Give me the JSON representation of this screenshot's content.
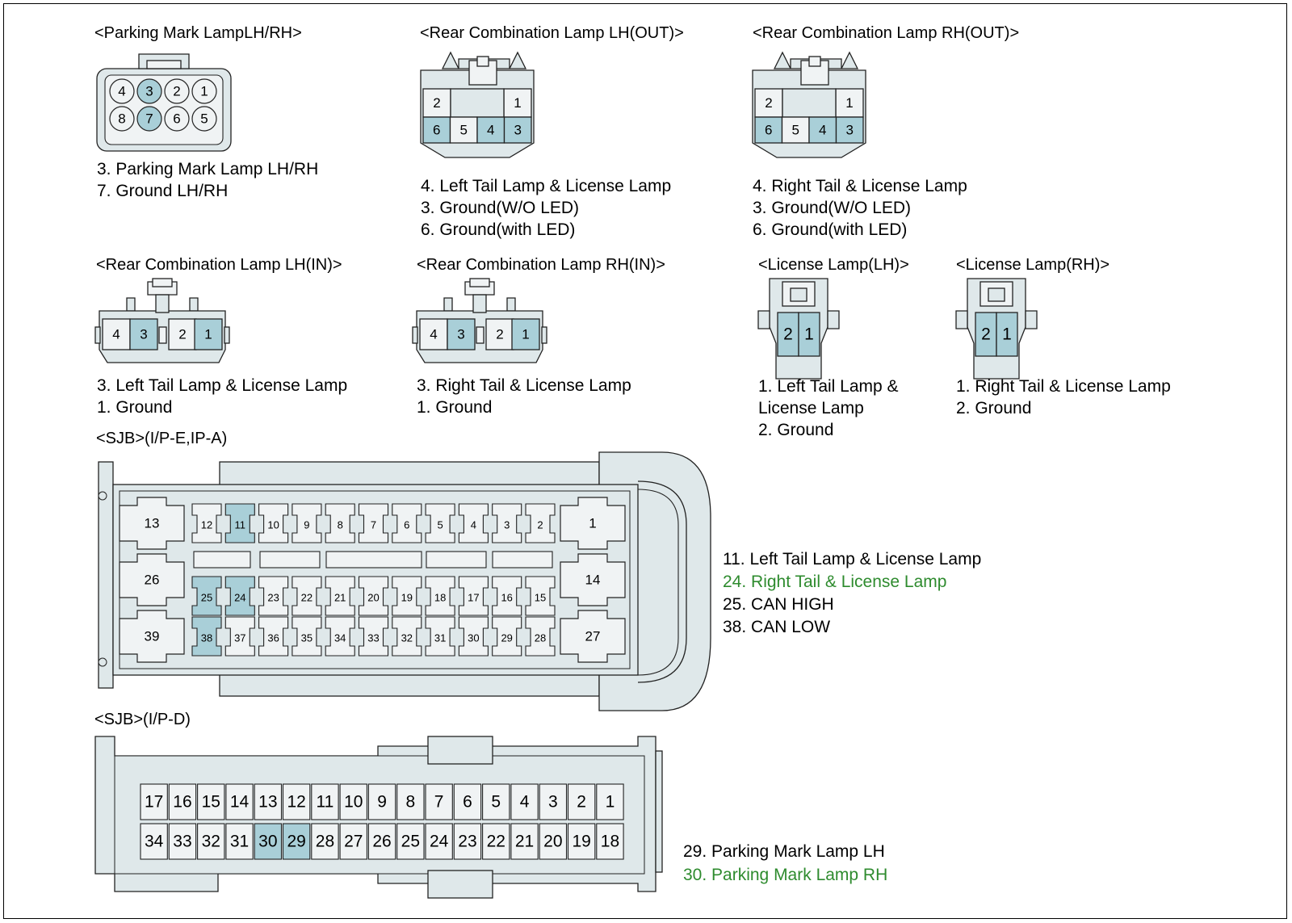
{
  "colors": {
    "body": "#dfe8ea",
    "pin": "#f0f3f4",
    "highlight": "#a9cfd8",
    "outline": "#222222",
    "accent_text": "#2e8b2e"
  },
  "connectors": [
    {
      "id": "parking-mark-lamp",
      "title": "<Parking Mark LampLH/RH>",
      "pins": [
        "4",
        "3",
        "2",
        "1",
        "8",
        "7",
        "6",
        "5"
      ],
      "highlighted": [
        "3",
        "7"
      ],
      "desc": [
        {
          "text": "3. Parking Mark Lamp LH/RH"
        },
        {
          "text": "7. Ground LH/RH"
        }
      ]
    },
    {
      "id": "rear-comb-lh-out",
      "title": "<Rear Combination Lamp LH(OUT)>",
      "pins": [
        "2",
        "1",
        "6",
        "5",
        "4",
        "3"
      ],
      "highlighted": [
        "6",
        "4",
        "3"
      ],
      "desc": [
        {
          "text": "4. Left Tail Lamp & License Lamp"
        },
        {
          "text": "3. Ground(W/O LED)"
        },
        {
          "text": "6. Ground(with LED)"
        }
      ]
    },
    {
      "id": "rear-comb-rh-out",
      "title": "<Rear Combination Lamp RH(OUT)>",
      "pins": [
        "2",
        "1",
        "6",
        "5",
        "4",
        "3"
      ],
      "highlighted": [
        "6",
        "4",
        "3"
      ],
      "desc": [
        {
          "text": "4. Right Tail & License Lamp"
        },
        {
          "text": "3. Ground(W/O LED)"
        },
        {
          "text": "6. Ground(with LED)"
        }
      ]
    },
    {
      "id": "rear-comb-lh-in",
      "title": "<Rear Combination Lamp LH(IN)>",
      "pins": [
        "4",
        "3",
        "2",
        "1"
      ],
      "highlighted": [
        "3",
        "1"
      ],
      "desc": [
        {
          "text": "3. Left Tail Lamp & License Lamp"
        },
        {
          "text": "1. Ground"
        }
      ]
    },
    {
      "id": "rear-comb-rh-in",
      "title": "<Rear Combination Lamp RH(IN)>",
      "pins": [
        "4",
        "3",
        "2",
        "1"
      ],
      "highlighted": [
        "3",
        "1"
      ],
      "desc": [
        {
          "text": "3. Right Tail & License Lamp"
        },
        {
          "text": "1. Ground"
        }
      ]
    },
    {
      "id": "license-lamp-lh",
      "title": "<License Lamp(LH)>",
      "pins": [
        "2",
        "1"
      ],
      "highlighted": [
        "2",
        "1"
      ],
      "desc": [
        {
          "text": "1. Left Tail Lamp &"
        },
        {
          "text": "License Lamp"
        },
        {
          "text": "2. Ground"
        }
      ]
    },
    {
      "id": "license-lamp-rh",
      "title": "<License Lamp(RH)>",
      "pins": [
        "2",
        "1"
      ],
      "highlighted": [
        "2",
        "1"
      ],
      "desc": [
        {
          "text": "1. Right Tail & License Lamp"
        },
        {
          "text": "2. Ground"
        }
      ]
    },
    {
      "id": "sjb-ipe",
      "title": "<SJB>(I/P-E,IP-A)",
      "big_pins": [
        "13",
        "26",
        "39",
        "1",
        "14",
        "27"
      ],
      "rows": [
        [
          "12",
          "11",
          "10",
          "9",
          "8",
          "7",
          "6",
          "5",
          "4",
          "3",
          "2"
        ],
        [
          "25",
          "24",
          "23",
          "22",
          "21",
          "20",
          "19",
          "18",
          "17",
          "16",
          "15"
        ],
        [
          "38",
          "37",
          "36",
          "35",
          "34",
          "33",
          "32",
          "31",
          "30",
          "29",
          "28"
        ]
      ],
      "highlighted": [
        "11",
        "24",
        "25",
        "38"
      ],
      "desc": [
        {
          "text": "11. Left Tail Lamp & License Lamp"
        },
        {
          "text": "24. Right Tail & License Lamp",
          "accent": true
        },
        {
          "text": "25. CAN HIGH"
        },
        {
          "text": "38. CAN LOW"
        }
      ]
    },
    {
      "id": "sjb-ipd",
      "title": "<SJB>(I/P-D)",
      "rows": [
        [
          "17",
          "16",
          "15",
          "14",
          "13",
          "12",
          "11",
          "10",
          "9",
          "8",
          "7",
          "6",
          "5",
          "4",
          "3",
          "2",
          "1"
        ],
        [
          "34",
          "33",
          "32",
          "31",
          "30",
          "29",
          "28",
          "27",
          "26",
          "25",
          "24",
          "23",
          "22",
          "21",
          "20",
          "19",
          "18"
        ]
      ],
      "highlighted": [
        "30",
        "29"
      ],
      "desc": [
        {
          "text": "29. Parking Mark Lamp LH"
        },
        {
          "text": "30. Parking Mark Lamp RH",
          "accent": true
        }
      ]
    }
  ]
}
